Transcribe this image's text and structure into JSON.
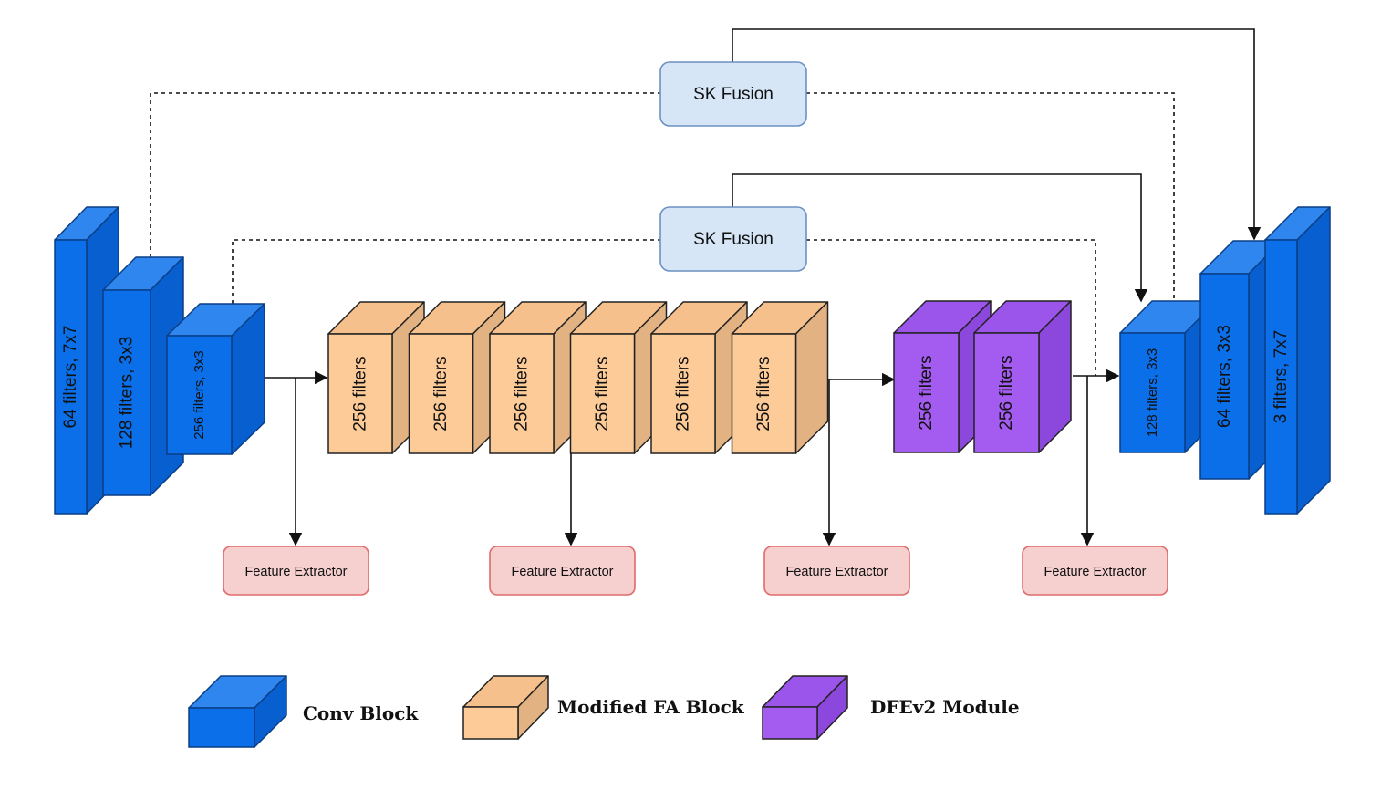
{
  "colors": {
    "conv_front": "#0a6fe8",
    "conv_top": "#2f86ee",
    "conv_side": "#075fd0",
    "fa_front": "#fccb98",
    "fa_top": "#f5c08c",
    "fa_side": "#e3b283",
    "dfe_front": "#a35bf0",
    "dfe_top": "#9b55ea",
    "dfe_side": "#8c47dc",
    "fusion_fill": "#d6e6f7",
    "fusion_stroke": "#6c91c2",
    "fe_fill": "#f6cfcf",
    "fe_stroke": "#e06a6a"
  },
  "encoder": {
    "blocks": [
      {
        "label": "64 filters, 7x7",
        "type": "conv"
      },
      {
        "label": "128 filters, 3x3",
        "type": "conv"
      },
      {
        "label": "256 filters, 3x3",
        "type": "conv"
      }
    ]
  },
  "fa_blocks": [
    {
      "label": "256 filters"
    },
    {
      "label": "256 filters"
    },
    {
      "label": "256 filters"
    },
    {
      "label": "256 filters"
    },
    {
      "label": "256 filters"
    },
    {
      "label": "256 filters"
    }
  ],
  "dfe_blocks": [
    {
      "label": "256 filters"
    },
    {
      "label": "256 filters"
    }
  ],
  "decoder": {
    "blocks": [
      {
        "label": "128 filters, 3x3",
        "type": "conv"
      },
      {
        "label": "64 filters, 3x3",
        "type": "conv"
      },
      {
        "label": "3 filters, 7x7",
        "type": "conv"
      }
    ]
  },
  "fusion": {
    "top_label": "SK Fusion",
    "bottom_label": "SK Fusion"
  },
  "feature_extractors": [
    {
      "label": "Feature Extractor"
    },
    {
      "label": "Feature Extractor"
    },
    {
      "label": "Feature Extractor"
    },
    {
      "label": "Feature Extractor"
    }
  ],
  "legend": {
    "conv": "Conv Block",
    "fa": "Modified FA Block",
    "dfe": "DFEv2 Module"
  }
}
